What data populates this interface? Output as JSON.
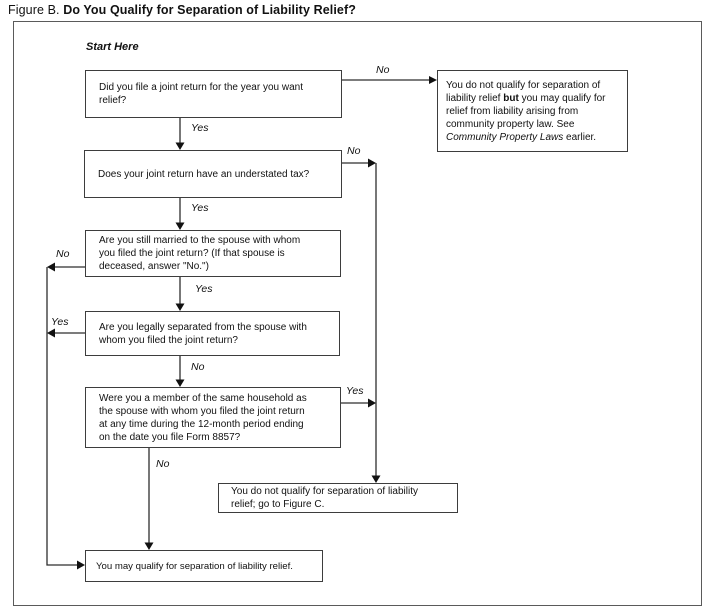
{
  "figure_title": {
    "prefix": "Figure B. ",
    "main": "Do You Qualify for Separation of Liability Relief?"
  },
  "start_label": "Start Here",
  "decision_labels": {
    "yes": "Yes",
    "no": "No"
  },
  "questions": {
    "q1": "Did you file a joint return for the year you want\nrelief?",
    "q2": "Does your joint return have an understated tax?",
    "q3": "Are you still married to the spouse with whom\nyou filed the joint return? (If that spouse is\ndeceased, answer \"No.\")",
    "q4": "Are you legally separated from the spouse with\nwhom you filed the joint return?",
    "q5": "Were you a member of the same household as\nthe spouse with whom you filed the joint return\nat any time during the 12-month period ending\non the date you file Form 8857?"
  },
  "outcomes": {
    "community_property": {
      "part1": "You do not qualify for separation of liability relief ",
      "bold": "but",
      "part2": " you may qualify for relief from liability arising from community property law. See ",
      "italic": "Community Property Laws",
      "part3": " earlier."
    },
    "figure_c": "You do not qualify for separation of liability\nrelief; go to Figure C.",
    "may_qualify": "You may qualify for separation of liability relief."
  },
  "colors": {
    "line": "#2e2e2e",
    "box_border": "#3d3d3d",
    "frame_border": "#5a5a5a",
    "text": "#111111",
    "background": "#ffffff"
  }
}
